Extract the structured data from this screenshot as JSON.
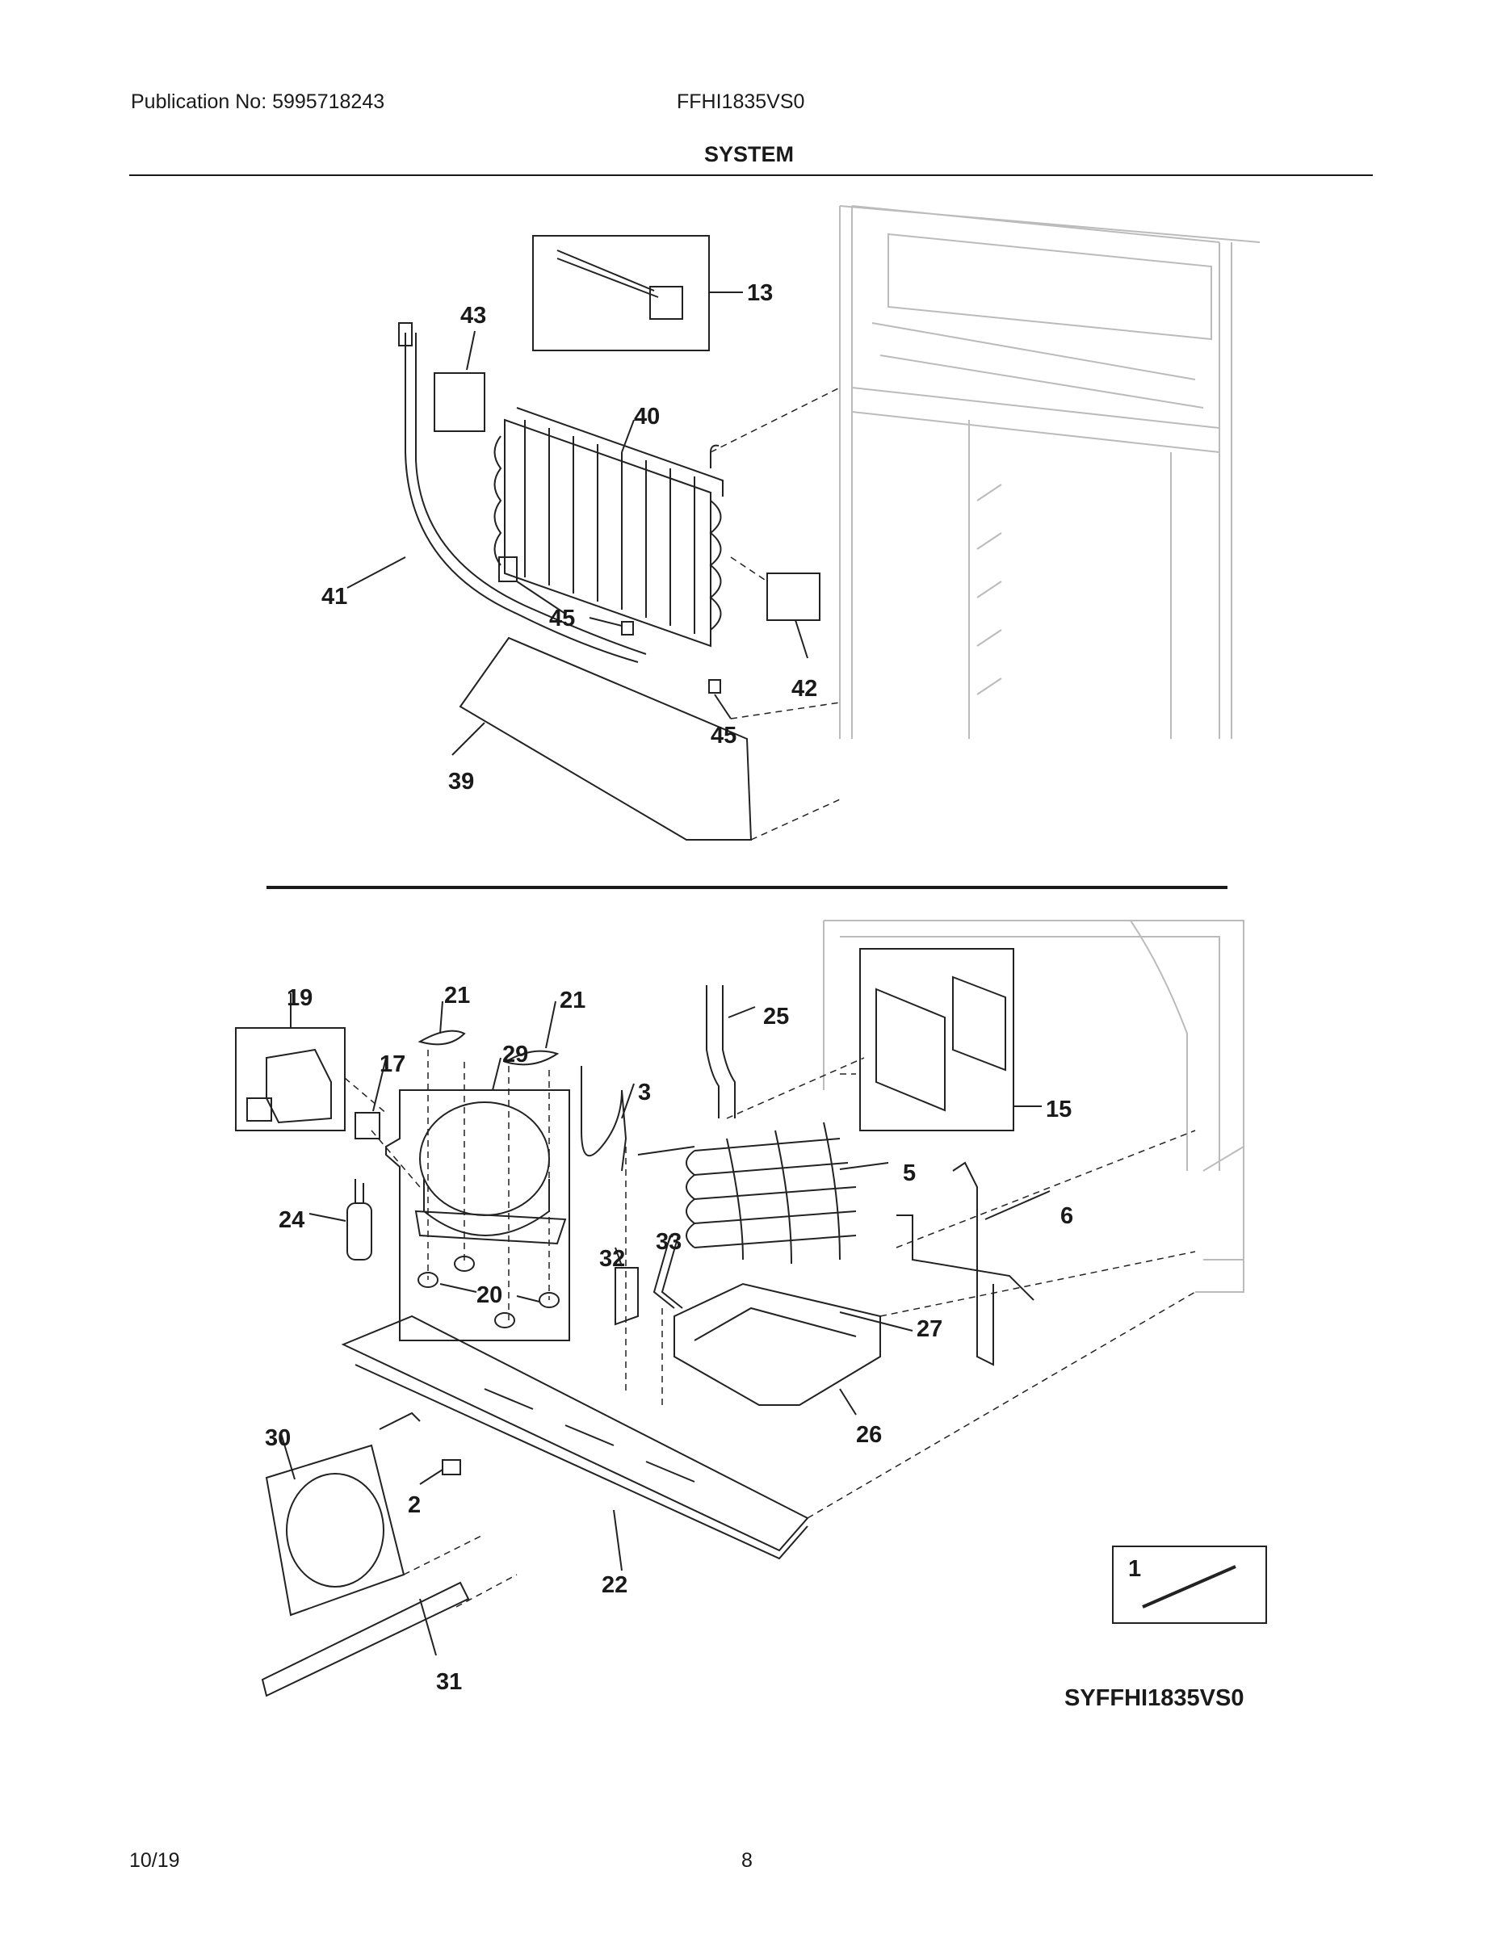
{
  "header": {
    "publication": "Publication No: 5995718243",
    "model": "FFHI1835VS0",
    "section_title": "SYSTEM"
  },
  "diagram_code": "SYFFHI1835VS0",
  "footer": {
    "date": "10/19",
    "page": "8"
  },
  "callouts": {
    "c13": "13",
    "c43": "43",
    "c40": "40",
    "c41": "41",
    "c45a": "45",
    "c45b": "45",
    "c42": "42",
    "c39": "39",
    "c19": "19",
    "c21a": "21",
    "c21b": "21",
    "c29": "29",
    "c17": "17",
    "c25": "25",
    "c3": "3",
    "c5": "5",
    "c15": "15",
    "c6": "6",
    "c24": "24",
    "c32": "32",
    "c33": "33",
    "c20": "20",
    "c27": "27",
    "c26": "26",
    "c30": "30",
    "c2": "2",
    "c22": "22",
    "c31": "31",
    "c1": "1"
  }
}
